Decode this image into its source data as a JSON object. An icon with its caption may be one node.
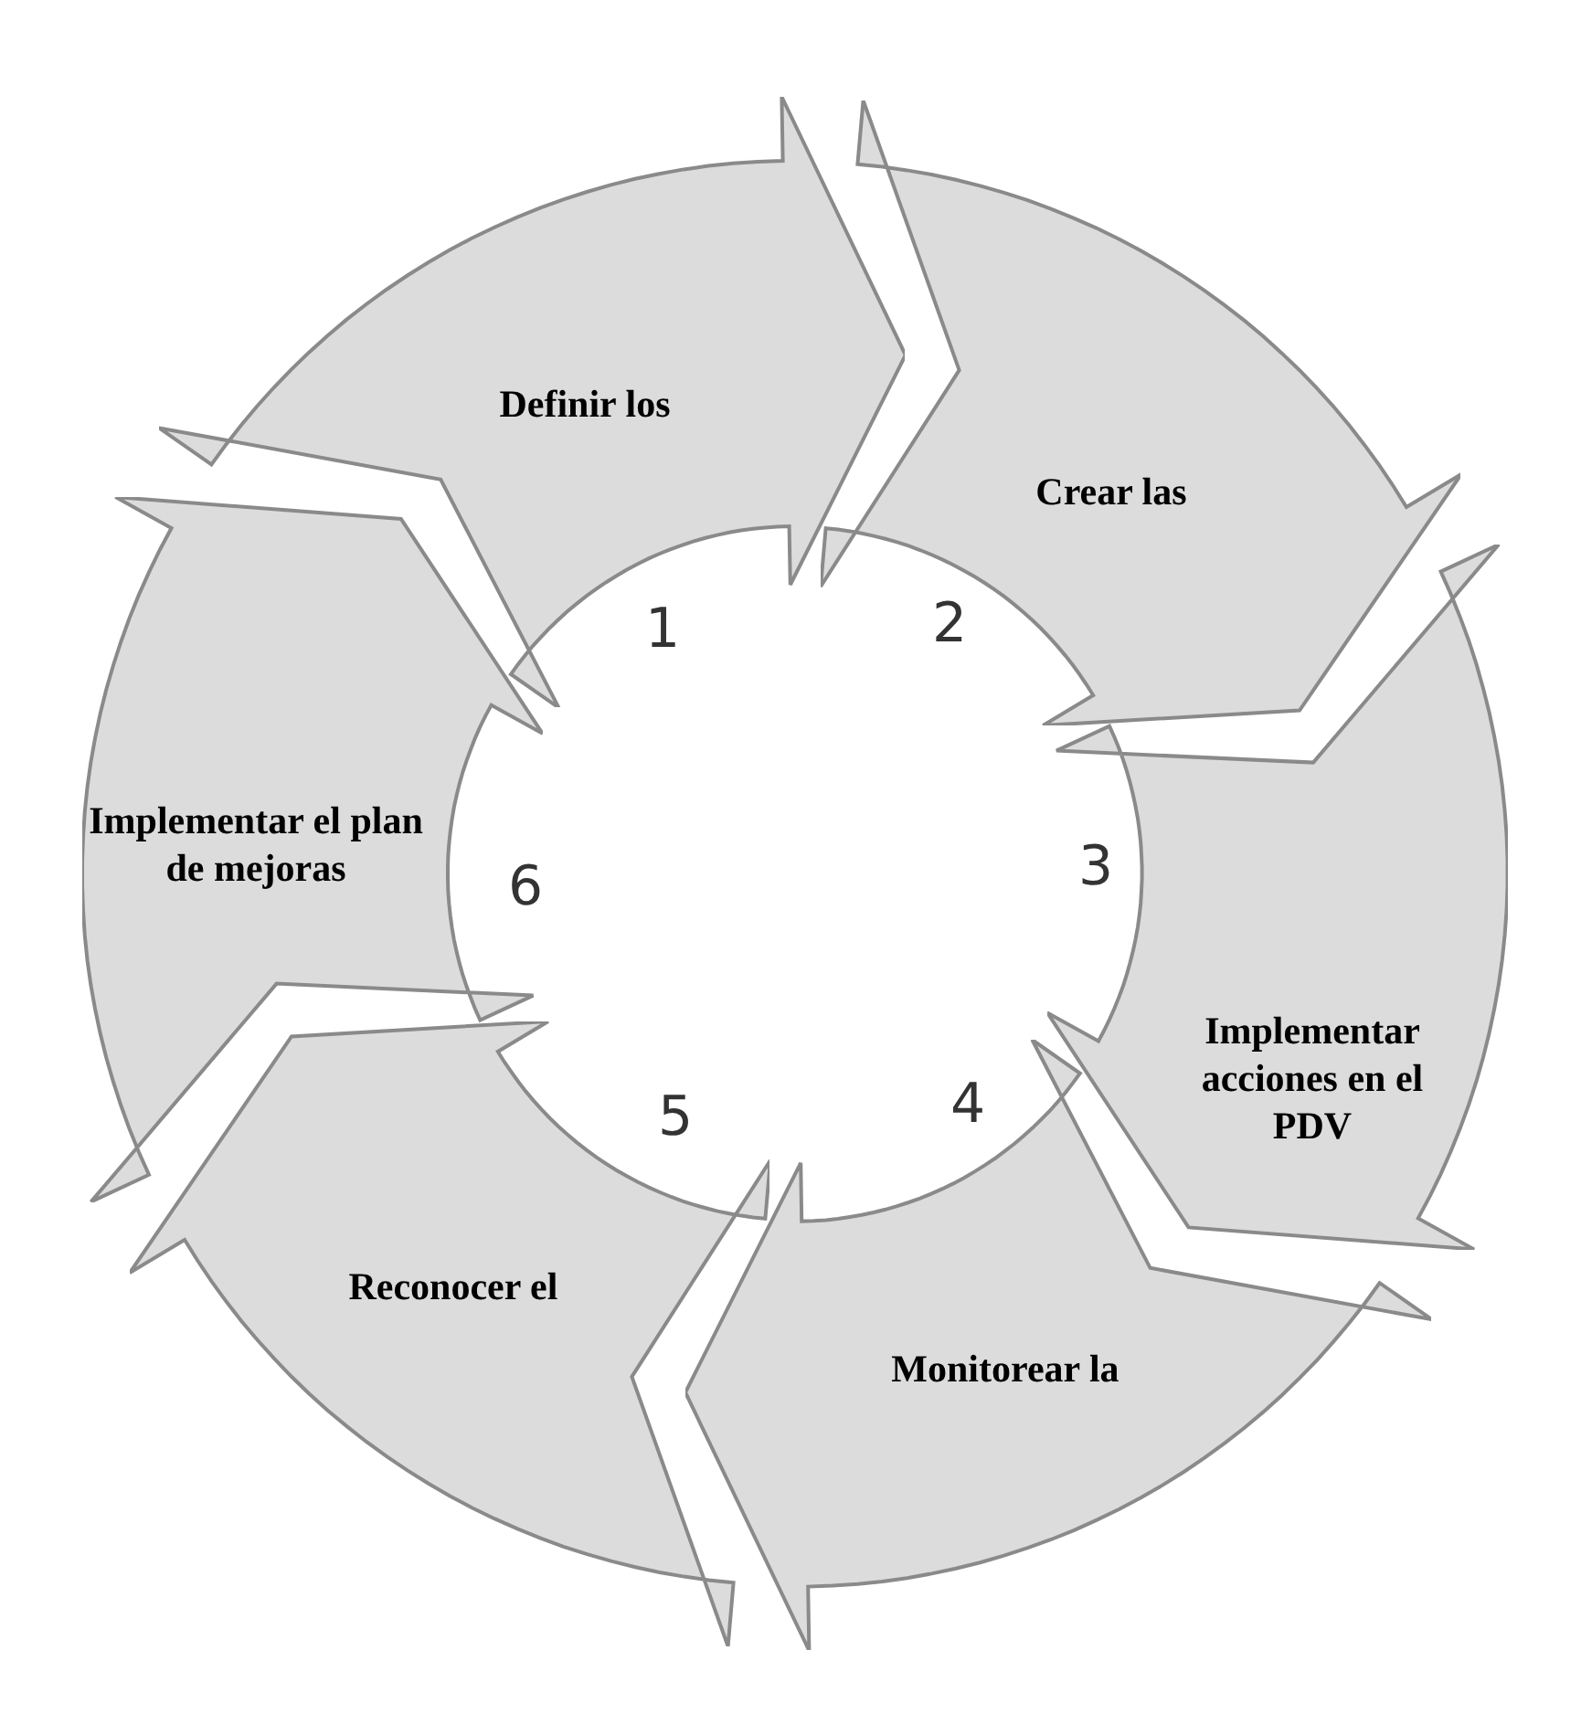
{
  "diagram": {
    "nodes": [
      {
        "text": [
          "Definir los"
        ],
        "beside": [
          "1"
        ]
      },
      {
        "text": [
          "Crear las"
        ],
        "beside": [
          "2"
        ]
      },
      {
        "text": [
          "Implementar acciones en el PDV"
        ],
        "beside": [
          "3"
        ]
      },
      {
        "text": [
          "Monitorear la"
        ],
        "beside": [
          "4"
        ]
      },
      {
        "text": [
          "Reconocer el"
        ],
        "beside": [
          "5"
        ]
      },
      {
        "text": [
          "Implementar el plan de mejoras"
        ],
        "beside": [
          "6"
        ]
      }
    ]
  }
}
